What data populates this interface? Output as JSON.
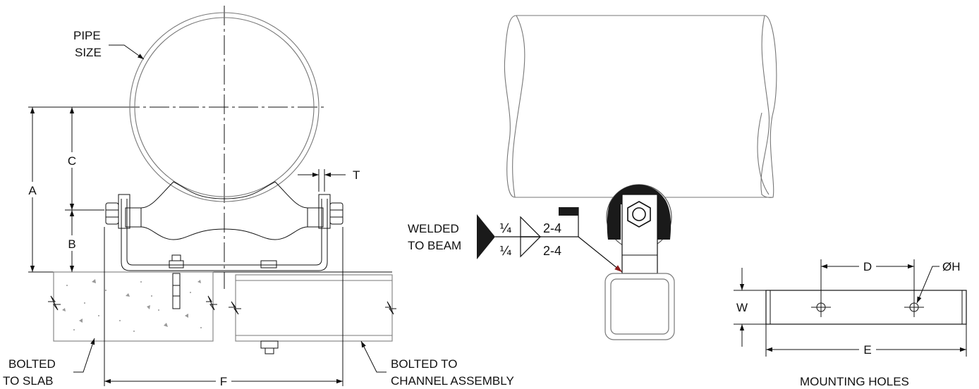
{
  "labels": {
    "pipe_size_line1": "PIPE",
    "pipe_size_line2": "SIZE",
    "bolted_to_slab_line1": "BOLTED",
    "bolted_to_slab_line2": "TO SLAB",
    "bolted_to_channel_line1": "BOLTED TO",
    "bolted_to_channel_line2": "CHANNEL ASSEMBLY",
    "welded_line1": "WELDED",
    "welded_line2": "TO BEAM",
    "mounting_holes": "MOUNTING HOLES"
  },
  "dimensions": {
    "a": "A",
    "b": "B",
    "c": "C",
    "t": "T",
    "f": "F",
    "d": "D",
    "e": "E",
    "w": "W",
    "h": "ØH"
  },
  "weld_symbol": {
    "size_top": "¼",
    "size_bottom": "¼",
    "length_pitch_top": "2-4",
    "length_pitch_bottom": "2-4"
  },
  "colors": {
    "line": "#111111",
    "outline_grey": "#777777",
    "fill_grey": "#e8e8e8",
    "dark": "#1a1a1a",
    "arrow_accent": "#8b1a1a"
  }
}
